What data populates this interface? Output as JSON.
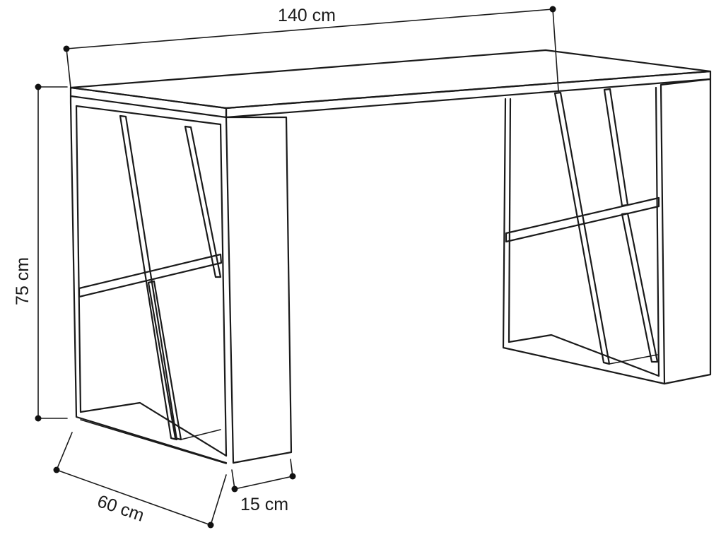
{
  "dimensions": {
    "width": "140 cm",
    "height": "75 cm",
    "depth": "60 cm",
    "panel": "15 cm"
  }
}
